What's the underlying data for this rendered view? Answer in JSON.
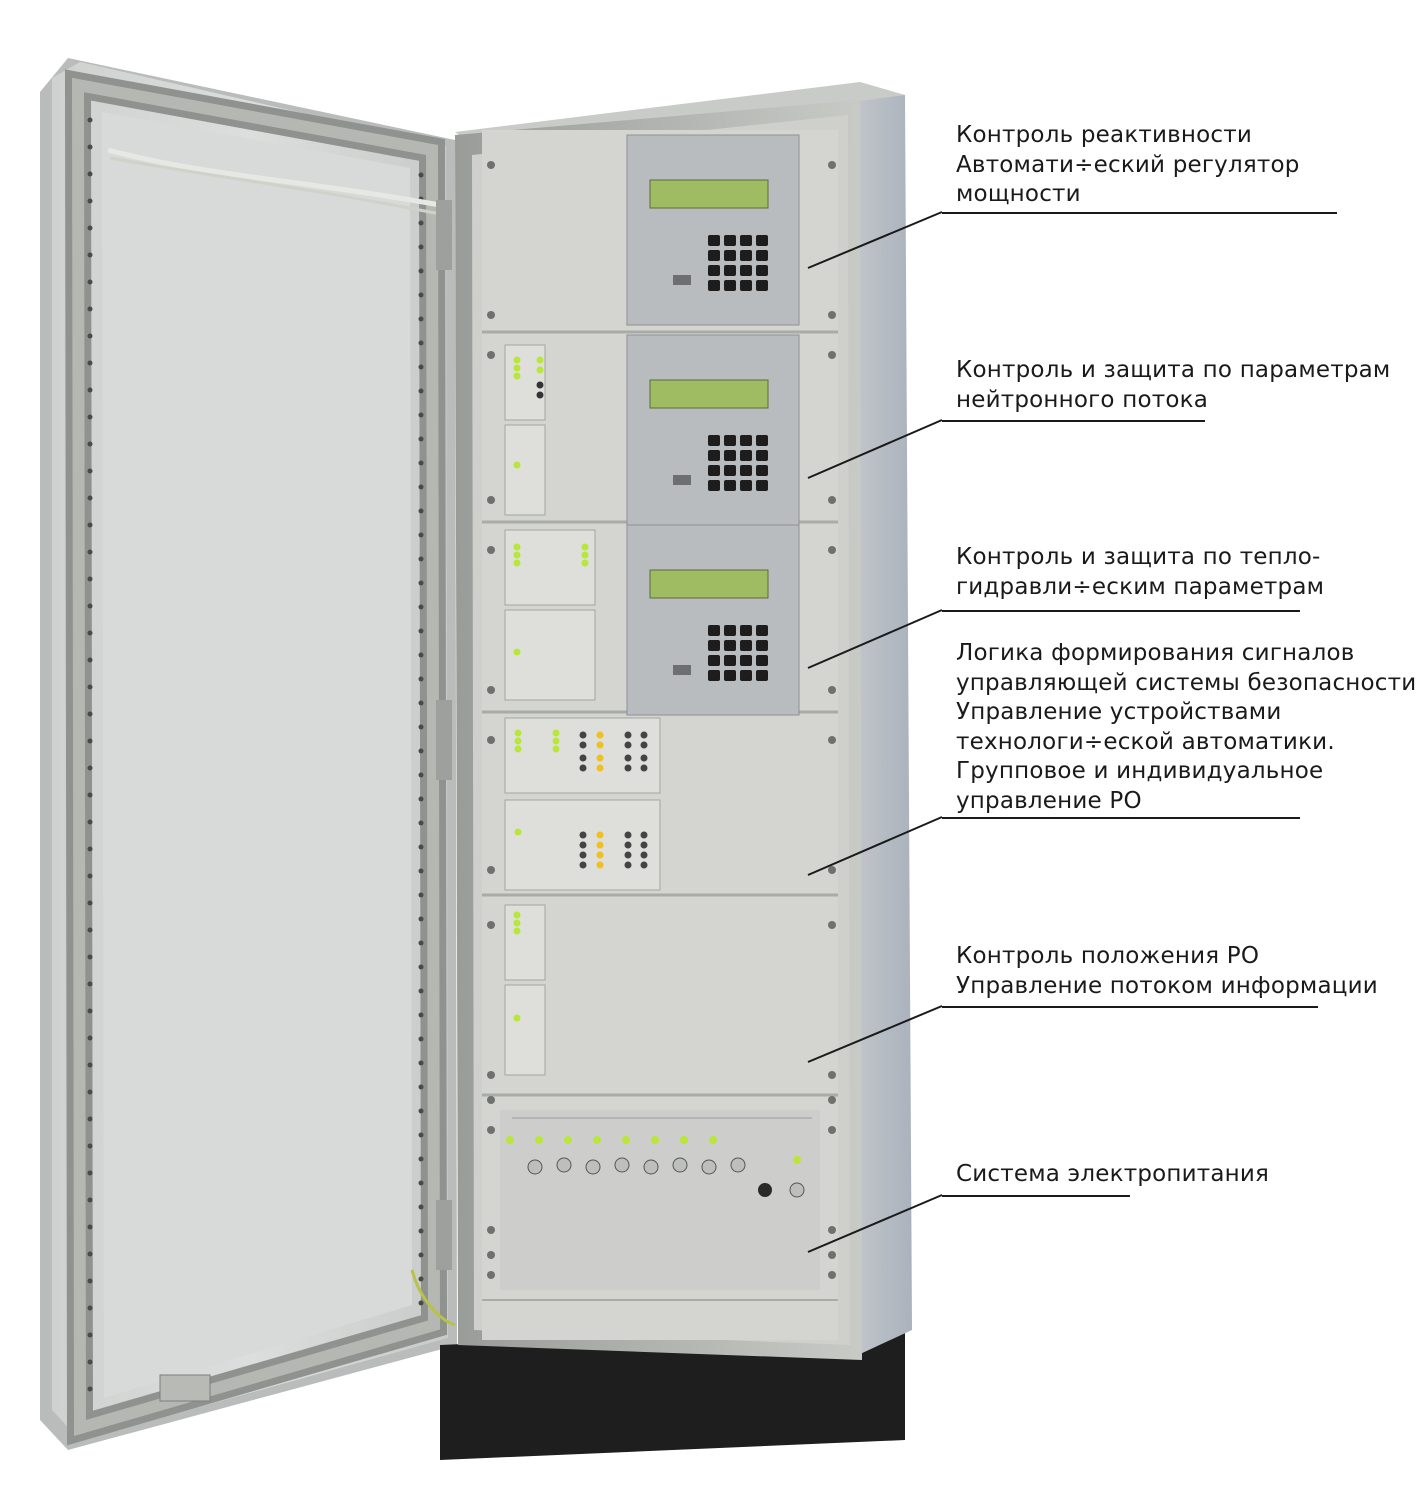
{
  "labels": [
    {
      "lines": [
        "Контроль реактивности",
        "Автомати÷еский регулятор",
        "мощности"
      ]
    },
    {
      "lines": [
        "Контроль и защита по параметрам",
        "нейтронного потока"
      ]
    },
    {
      "lines": [
        "Контроль и защита по тепло-",
        "гидравли÷еским параметрам"
      ]
    },
    {
      "lines": [
        "Логика формирования сигналов",
        "управляющей системы безопасности.",
        "Управление устройствами",
        "технологи÷еской автоматики.",
        "Групповое и индивидуальное",
        "управление РО"
      ]
    },
    {
      "lines": [
        "Контроль положения РО",
        "Управление потоком информации"
      ]
    },
    {
      "lines": [
        "Система электропитания"
      ]
    }
  ],
  "colors": {
    "cabinet_panel": "#d4d5d1",
    "display_screen": "#9fbc62",
    "led_green": "#b8e63a",
    "led_yellow": "#f0c020",
    "plinth": "#1e1e1e"
  }
}
